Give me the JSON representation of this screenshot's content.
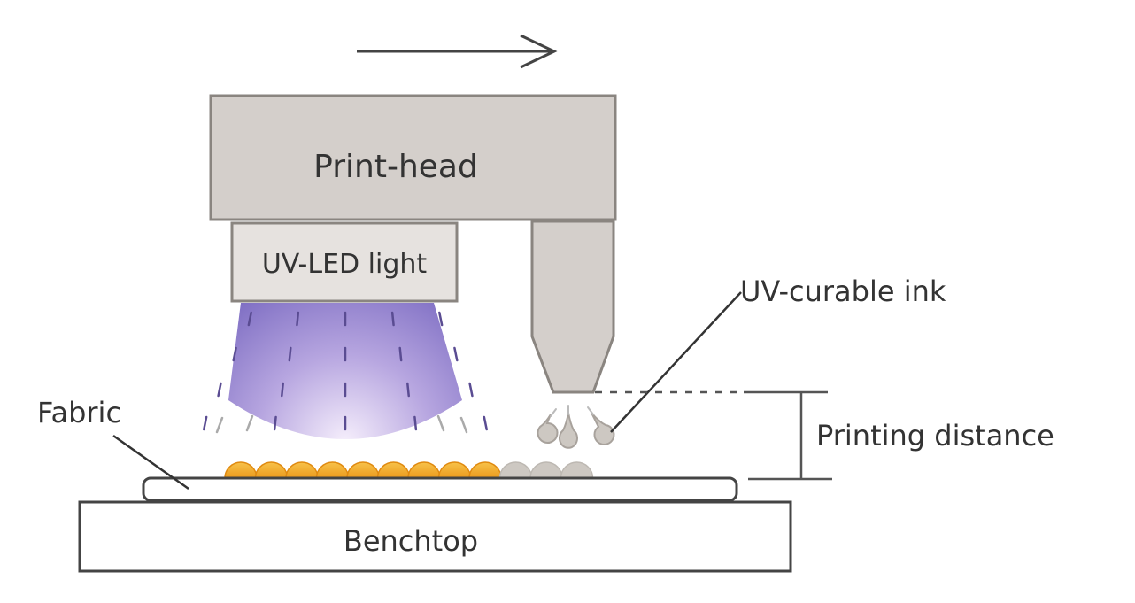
{
  "labels": {
    "print_head": "Print-head",
    "uv_led": "UV-LED light",
    "ink": "UV-curable ink",
    "fabric": "Fabric",
    "distance": "Printing distance",
    "benchtop": "Benchtop"
  },
  "colors": {
    "head_fill": "#d4cfcb",
    "led_fill": "#e6e2df",
    "stroke": "#8a8580",
    "uv_light": "#7a68c0",
    "cured_ink": "#f0b030",
    "uncured_ink": "#cdc8c2"
  },
  "cured_bead_count": 9,
  "uncured_bead_count": 3,
  "ink_drop_count": 3
}
